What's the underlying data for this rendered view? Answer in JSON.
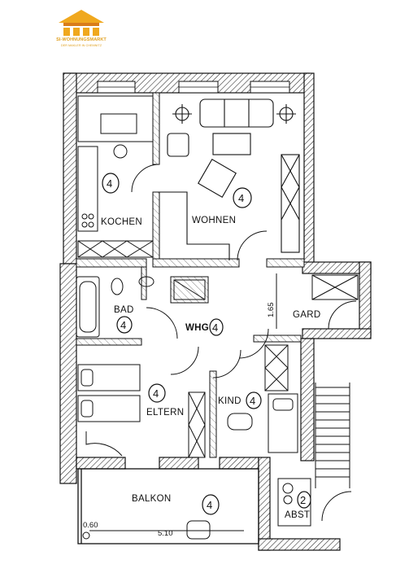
{
  "logo": {
    "name": "SI-WOHNUNGSMARKT",
    "tagline": "DER MAKLER IN CHEMNITZ",
    "colors": {
      "primary": "#f0a81e",
      "secondary": "#d97c1a"
    }
  },
  "rooms": {
    "kitchen": {
      "label": "KOCHEN",
      "number": "4"
    },
    "living": {
      "label": "WOHNEN",
      "number": "4"
    },
    "bath": {
      "label": "BAD",
      "number": "4"
    },
    "hall": {
      "label": "WHG",
      "number": "4"
    },
    "wardrobe": {
      "label": "GARD"
    },
    "parents": {
      "label": "ELTERN",
      "number": "4"
    },
    "child": {
      "label": "KIND",
      "number": "4"
    },
    "balcony": {
      "label": "BALKON",
      "number": "4"
    },
    "storage": {
      "label": "ABST",
      "number": "2"
    }
  },
  "dimensions": {
    "hall_width": "1.65",
    "balcony_depth": "0.60",
    "balcony_length": "5.10"
  }
}
